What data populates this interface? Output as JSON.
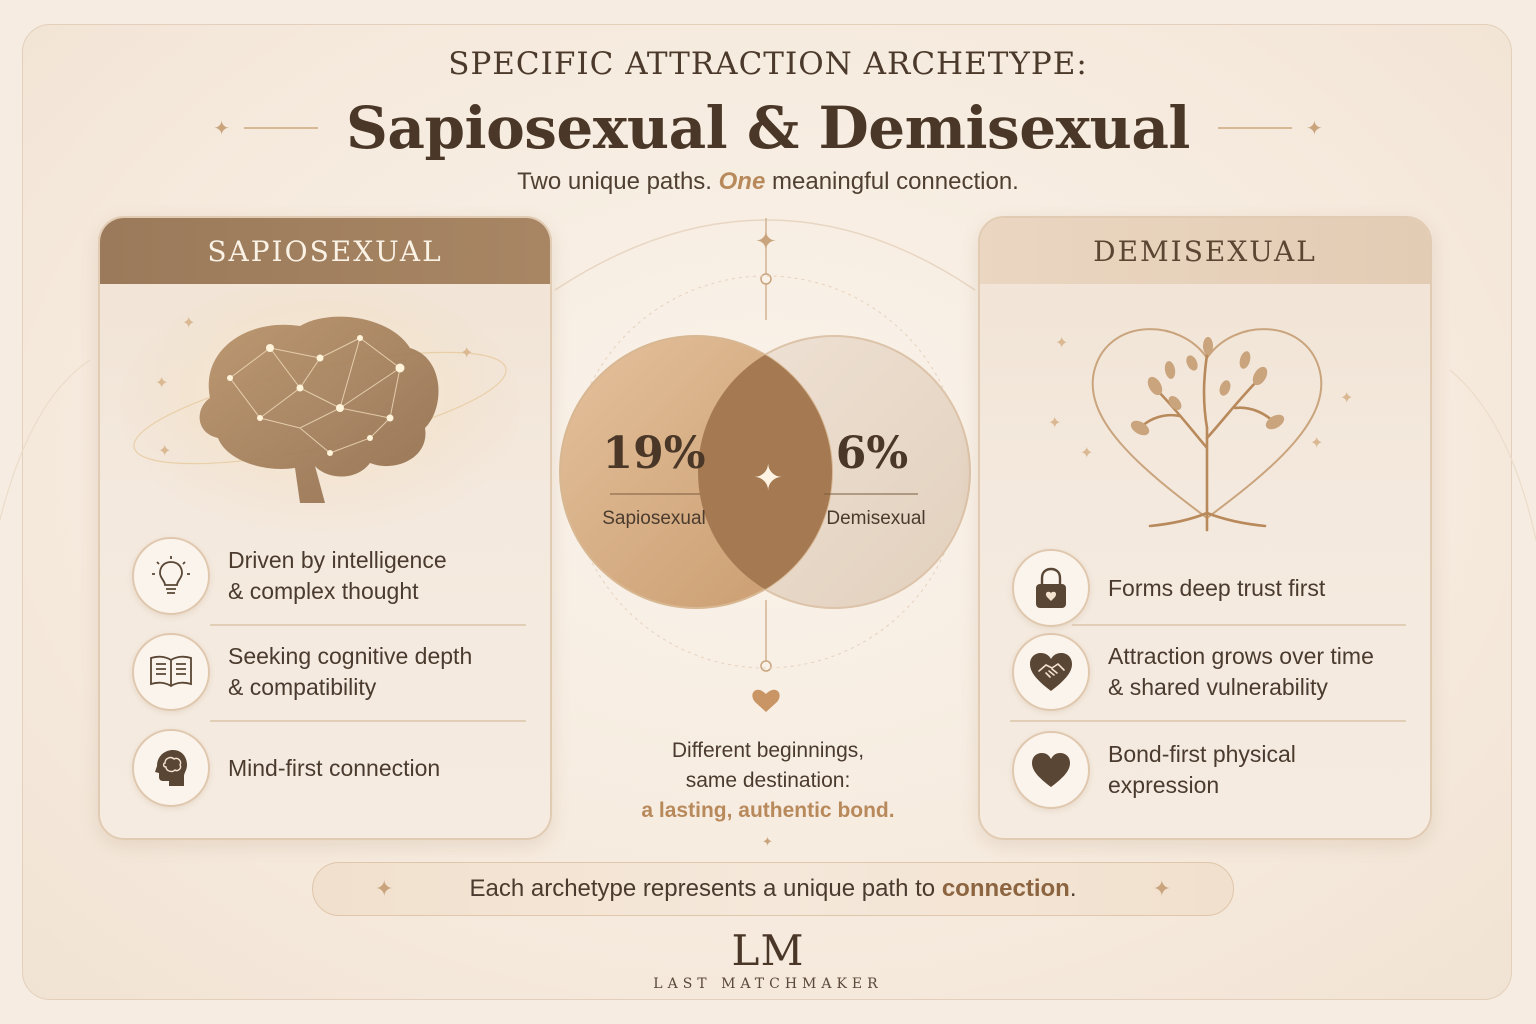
{
  "header": {
    "kicker": "SPECIFIC ATTRACTION ARCHETYPE:",
    "title": "Sapiosexual & Demisexual",
    "subtitle_pre": "Two unique paths.",
    "subtitle_accent": "One",
    "subtitle_post": "meaningful connection."
  },
  "left_card": {
    "title": "SAPIOSEXUAL",
    "art_icon": "glowing-brain-icon",
    "features": [
      {
        "icon": "lightbulb-icon",
        "line1": "Driven by intelligence",
        "line2": "& complex thought"
      },
      {
        "icon": "open-book-icon",
        "line1": "Seeking cognitive depth",
        "line2": "& compatibility"
      },
      {
        "icon": "mind-head-icon",
        "line1": "Mind-first connection",
        "line2": ""
      }
    ]
  },
  "right_card": {
    "title": "DEMISEXUAL",
    "art_icon": "heart-tree-icon",
    "features": [
      {
        "icon": "heart-lock-icon",
        "line1": "Forms deep trust first",
        "line2": ""
      },
      {
        "icon": "handshake-heart-icon",
        "line1": "Attraction grows over time",
        "line2": "& shared vulnerability"
      },
      {
        "icon": "heart-icon",
        "line1": "Bond-first physical",
        "line2": "expression"
      }
    ]
  },
  "venn": {
    "left_value": "19%",
    "left_label": "Sapiosexual",
    "right_value": "6%",
    "right_label": "Demisexual"
  },
  "center_note": {
    "line1": "Different beginnings,",
    "line2": "same destination:",
    "line3": "a lasting, authentic bond."
  },
  "footer": {
    "pre": "Each archetype represents a unique path to",
    "accent": "connection",
    "post": "."
  },
  "brand": {
    "logo": "LM",
    "name": "LAST MATCHMAKER"
  },
  "colors": {
    "accent": "#b8895b",
    "header_dark": "#9a7a5a",
    "background": "#f6ece1"
  }
}
